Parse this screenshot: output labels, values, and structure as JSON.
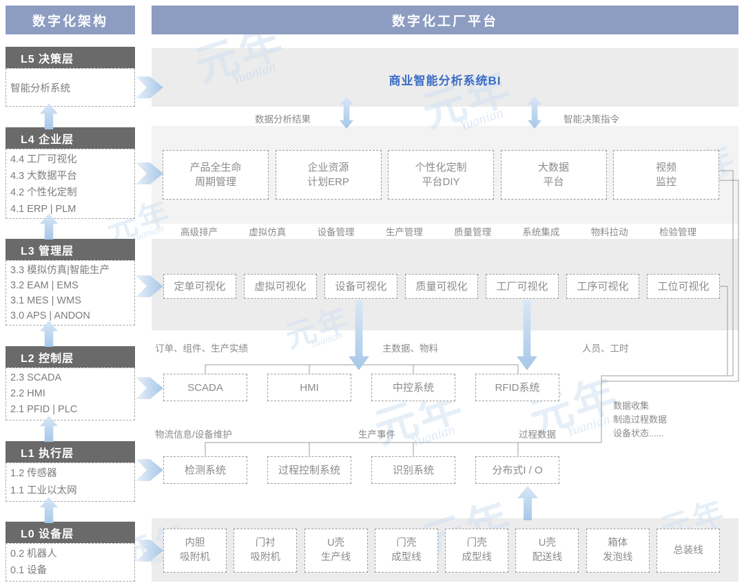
{
  "sidebar": {
    "title": "数字化架构",
    "layers": [
      {
        "name": "L5 决策层",
        "items": [
          "智能分析系统"
        ]
      },
      {
        "name": "L4 企业层",
        "items": [
          "4.4 工厂可视化",
          "4.3 大数据平台",
          "4.2 个性化定制",
          "4.1 ERP | PLM"
        ]
      },
      {
        "name": "L3 管理层",
        "items": [
          "3.3 模拟仿真|智能生产",
          "3.2 EAM | EMS",
          "3.1 MES | WMS",
          "3.0 APS | ANDON"
        ]
      },
      {
        "name": "L2 控制层",
        "items": [
          "2.3 SCADA",
          "2.2 HMI",
          "2.1 PFID | PLC"
        ]
      },
      {
        "name": "L1 执行层",
        "items": [
          "1.2 传感器",
          "1.1 工业以太网"
        ]
      },
      {
        "name": "L0 设备层",
        "items": [
          "0.2 机器人",
          "0.1 设备"
        ]
      }
    ]
  },
  "main": {
    "title": "数字化工厂平台",
    "bi_banner": "商业智能分析系统BI",
    "flow_labels": {
      "left": "数据分析结果",
      "right": "智能决策指令"
    },
    "l4_boxes": [
      [
        "产品全生命",
        "周期管理"
      ],
      [
        "企业资源",
        "计划ERP"
      ],
      [
        "个性化定制",
        "平台DIY"
      ],
      [
        "大数据",
        "平台"
      ],
      [
        "视频",
        "监控"
      ]
    ],
    "l4_sub_labels": [
      "高级排产",
      "虚拟仿真",
      "设备管理",
      "生产管理",
      "质量管理",
      "系统集成",
      "物料拉动",
      "检验管理"
    ],
    "l3_boxes": [
      "定单可视化",
      "虚拟可视化",
      "设备可视化",
      "质量可视化",
      "工厂可视化",
      "工序可视化",
      "工位可视化"
    ],
    "l3_sub_labels": [
      "订单、组件、生产实绩",
      "主数据、物料",
      "人员、工时"
    ],
    "l2_boxes": [
      "SCADA",
      "HMI",
      "中控系统",
      "RFID系统"
    ],
    "l2_sub_labels": [
      "物流信息/设备维护",
      "生产事件",
      "过程数据"
    ],
    "data_note": [
      "数据收集",
      "制造过程数据",
      "设备状态......"
    ],
    "l1_boxes": [
      "检测系统",
      "过程控制系统",
      "识别系统",
      "分布式I / O"
    ],
    "l0_boxes": [
      [
        "内胆",
        "吸附机"
      ],
      [
        "门衬",
        "吸附机"
      ],
      [
        "U壳",
        "生产线"
      ],
      [
        "门壳",
        "成型线"
      ],
      [
        "门壳",
        "成型线"
      ],
      [
        "U壳",
        "配送线"
      ],
      [
        "箱体",
        "发泡线"
      ],
      [
        "总装线"
      ]
    ]
  },
  "watermark": {
    "logo": "元年",
    "script": "Yuanian"
  },
  "colors": {
    "accent": "#8d9dc2",
    "layer-head": "#6a6a6a",
    "band": "#ececec",
    "panel": "#f3f3f3",
    "box-border": "#9c9c9c",
    "box-text": "#8b8b8b",
    "bi-blue": "#3a6cc4",
    "arrow-dark": "#a6c7e8",
    "line": "#9b9b9b",
    "watermark": "#cfe0f2"
  }
}
